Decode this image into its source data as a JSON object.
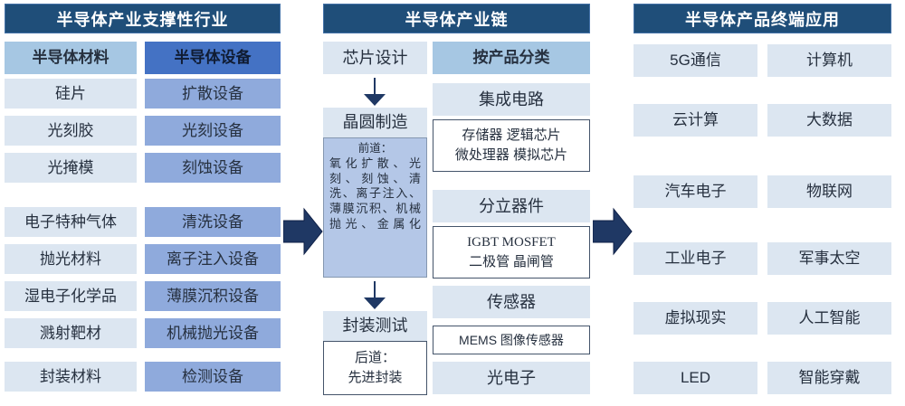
{
  "panels": {
    "support": {
      "title": "半导体产业支撑性行业",
      "col_materials_head": "半导体材料",
      "col_equipment_head": "半导体设备",
      "materials": [
        "硅片",
        "光刻胶",
        "光掩模",
        "电子特种气体",
        "抛光材料",
        "湿电子化学品",
        "溅射靶材",
        "封装材料"
      ],
      "equipment": [
        "扩散设备",
        "光刻设备",
        "刻蚀设备",
        "清洗设备",
        "离子注入设备",
        "薄膜沉积设备",
        "机械抛光设备",
        "检测设备"
      ]
    },
    "chain": {
      "title": "半导体产业链",
      "stages": [
        {
          "name": "芯片设计"
        },
        {
          "name": "晶圆制造",
          "detail_label": "前道：",
          "detail_text": "氧化扩散、光刻、刻蚀、清洗、离子注入、薄膜沉积、机械抛光、金属化"
        },
        {
          "name": "封装测试",
          "detail_label": "后道：",
          "detail_text": "先进封装"
        }
      ],
      "classify_head": "按产品分类",
      "categories": [
        {
          "name": "集成电路",
          "items_line1": "存储器 逻辑芯片",
          "items_line2": "微处理器 模拟芯片"
        },
        {
          "name": "分立器件",
          "items_line1": "IGBT  MOSFET",
          "items_line2": "二极管 晶闸管"
        },
        {
          "name": "传感器",
          "items_line1": "MEMS 图像传感器",
          "items_line2": ""
        },
        {
          "name": "光电子",
          "items_line1": "",
          "items_line2": ""
        }
      ]
    },
    "applications": {
      "title": "半导体产品终端应用",
      "left_column": [
        "5G通信",
        "云计算",
        "汽车电子",
        "工业电子",
        "虚拟现实",
        "LED"
      ],
      "right_column": [
        "计算机",
        "大数据",
        "物联网",
        "军事太空",
        "人工智能",
        "智能穿戴"
      ]
    }
  },
  "arrows": {
    "support_to_chain": "right-block-arrow",
    "chain_to_applications": "right-block-arrow",
    "design_to_fab": "down-arrow",
    "fab_to_package": "down-arrow"
  },
  "colors": {
    "header_navy": "#1f4e79",
    "pale_blue": "#dce6f1",
    "light_blue": "#a6c7e3",
    "mid_blue": "#8faadc",
    "strong_blue": "#4472c4",
    "steel_blue": "#b4c7e7",
    "arrow_navy": "#1f3864"
  }
}
